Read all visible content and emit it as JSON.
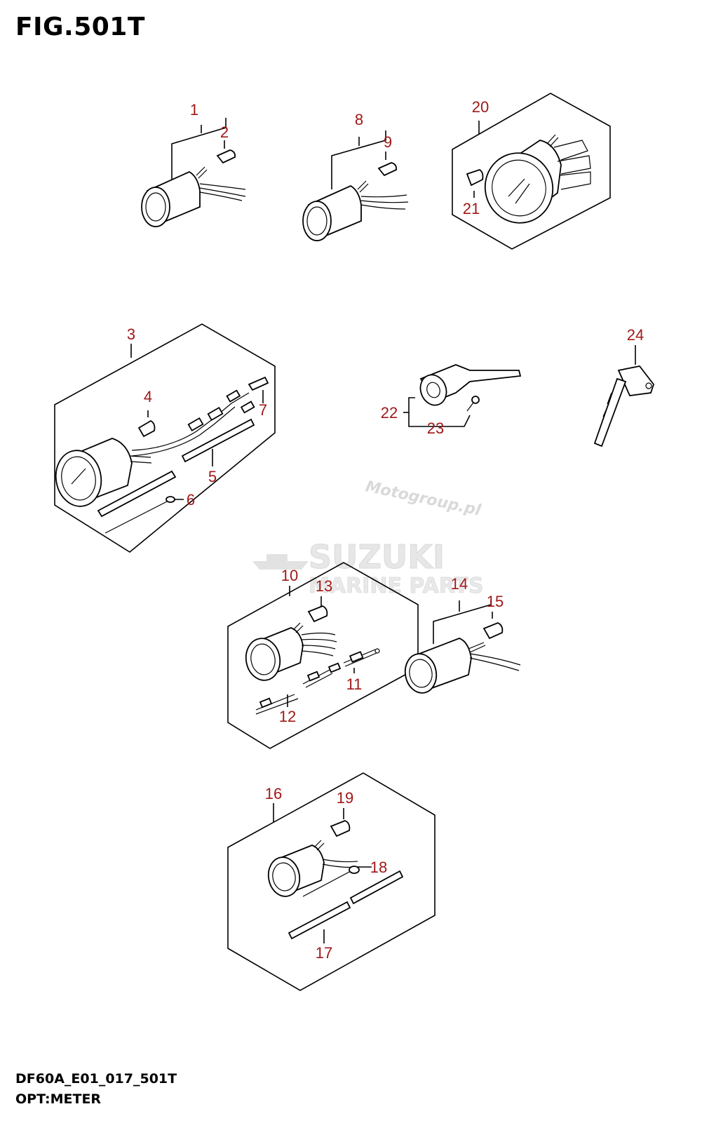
{
  "figure": {
    "title": "FIG.501T",
    "code": "DF60A_E01_017_501T",
    "subtitle": "OPT:METER"
  },
  "watermarks": {
    "site": "Motogroup.pl",
    "brand": "SUZUKI",
    "brand_sub": "MARINE PARTS"
  },
  "callouts": {
    "c1": "1",
    "c2": "2",
    "c3": "3",
    "c4": "4",
    "c5": "5",
    "c6": "6",
    "c7": "7",
    "c8": "8",
    "c9": "9",
    "c10": "10",
    "c11": "11",
    "c12": "12",
    "c13": "13",
    "c14": "14",
    "c15": "15",
    "c16": "16",
    "c17": "17",
    "c18": "18",
    "c19": "19",
    "c20": "20",
    "c21": "21",
    "c22": "22",
    "c23": "23",
    "c24": "24"
  },
  "colors": {
    "callout": "#a01818",
    "line": "#000000",
    "watermark": "#c8c8c8"
  }
}
